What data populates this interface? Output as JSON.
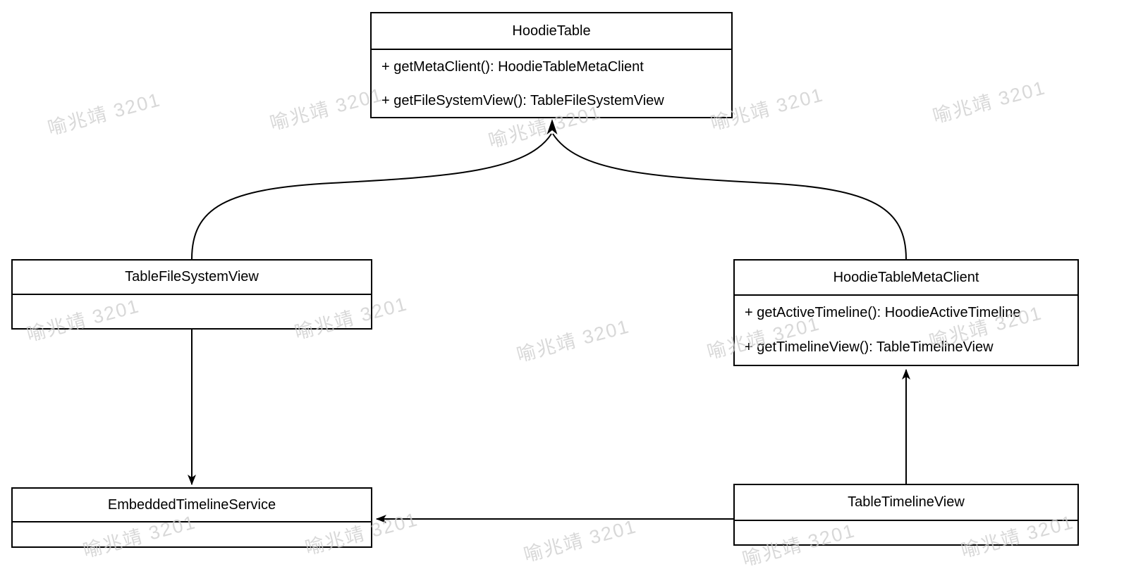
{
  "diagram": {
    "watermark": {
      "text": "喻兆靖 3201",
      "color": "#cccccc"
    },
    "classes": [
      {
        "name": "HoodieTable",
        "methods": [
          "+ getMetaClient(): HoodieTableMetaClient",
          "+ getFileSystemView(): TableFileSystemView"
        ]
      },
      {
        "name": "TableFileSystemView",
        "methods": []
      },
      {
        "name": "HoodieTableMetaClient",
        "methods": [
          "+ getActiveTimeline(): HoodieActiveTimeline",
          "+ getTimelineView(): TableTimelineView"
        ]
      },
      {
        "name": "EmbeddedTimelineService",
        "methods": []
      },
      {
        "name": "TableTimelineView",
        "methods": []
      }
    ],
    "relationships": [
      {
        "from": "TableFileSystemView",
        "to": "HoodieTable",
        "style": "curved-arrow"
      },
      {
        "from": "HoodieTableMetaClient",
        "to": "HoodieTable",
        "style": "curved-arrow"
      },
      {
        "from": "TableFileSystemView",
        "to": "EmbeddedTimelineService",
        "style": "straight-arrow"
      },
      {
        "from": "TableTimelineView",
        "to": "HoodieTableMetaClient",
        "style": "straight-arrow"
      },
      {
        "from": "TableTimelineView",
        "to": "EmbeddedTimelineService",
        "style": "straight-arrow"
      }
    ]
  }
}
